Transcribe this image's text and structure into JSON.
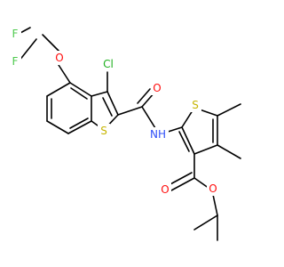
{
  "molecule": {
    "colors": {
      "bond": "#000000",
      "carbon": "#000000",
      "oxygen": "#ff0d0d",
      "nitrogen": "#3050f8",
      "sulfur": "#c6b400",
      "fluorine": "#4cc94c",
      "chlorine": "#1fb01f"
    },
    "atoms": {
      "F1": {
        "symbol": "F"
      },
      "F2": {
        "symbol": "F"
      },
      "O_ether": {
        "symbol": "O"
      },
      "Cl": {
        "symbol": "Cl"
      },
      "S_benzothiophene": {
        "symbol": "S"
      },
      "O_amide": {
        "symbol": "O"
      },
      "NH": {
        "symbol": "NH"
      },
      "S_thiophene": {
        "symbol": "S"
      },
      "O_ester_carbonyl": {
        "symbol": "O"
      },
      "O_ester": {
        "symbol": "O"
      }
    }
  }
}
